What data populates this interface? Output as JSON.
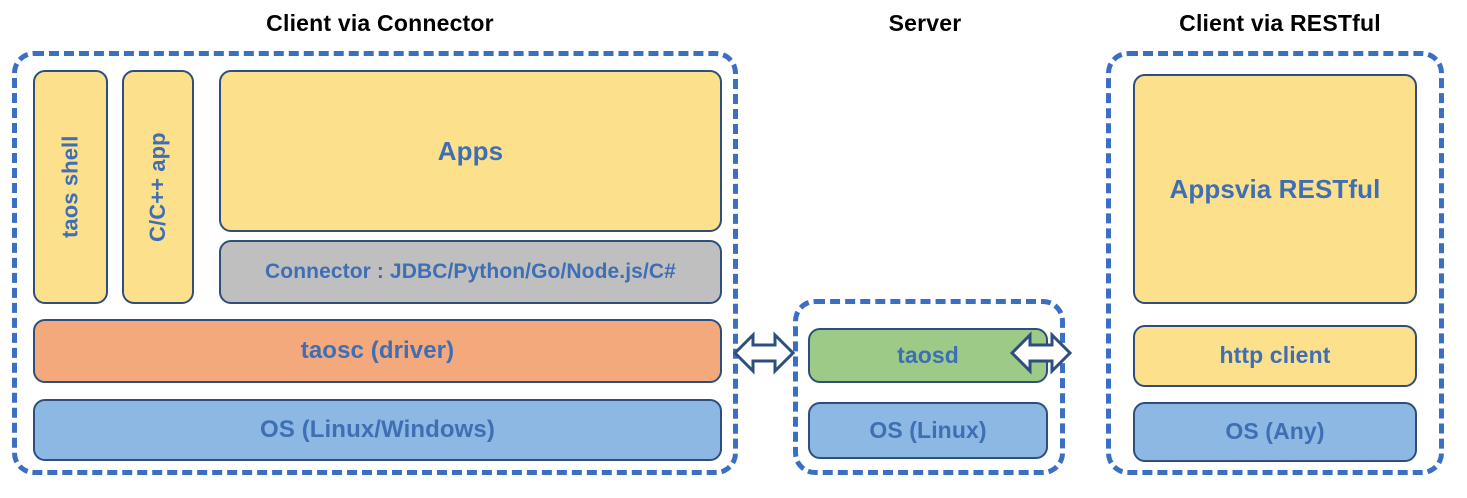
{
  "diagram": {
    "title_connector": "Client via Connector",
    "title_server": "Server",
    "title_restful": "Client via RESTful",
    "colors": {
      "dashed_panel_border": "#3A6FC4",
      "box_border": "#2E4E7E",
      "box_text": "#3E6FB5",
      "title_text": "#000000",
      "yellow": "#FCE08C",
      "orange": "#F4A97C",
      "blue": "#8DB8E3",
      "green": "#9DCA87",
      "grey": "#BFBFBF",
      "background": "#FFFFFF"
    },
    "client_connector": {
      "taos_shell": "taos shell",
      "cpp_app": "C/C++ app",
      "apps": "Apps",
      "connector": "Connector : JDBC/Python/Go/Node.js/C#",
      "taosc": "taosc (driver)",
      "os": "OS (Linux/Windows)"
    },
    "server": {
      "taosd": "taosd",
      "os": "OS (Linux)"
    },
    "client_restful": {
      "apps": "Apps\nvia RESTful",
      "apps_line1": "Apps",
      "apps_line2": "via RESTful",
      "http_client": "http client",
      "os": "OS (Any)"
    },
    "connections": [
      {
        "name": "connector-client-to-server",
        "icon": "double-arrow-horizontal-icon"
      },
      {
        "name": "server-to-restful-client",
        "icon": "double-arrow-horizontal-icon"
      }
    ]
  }
}
